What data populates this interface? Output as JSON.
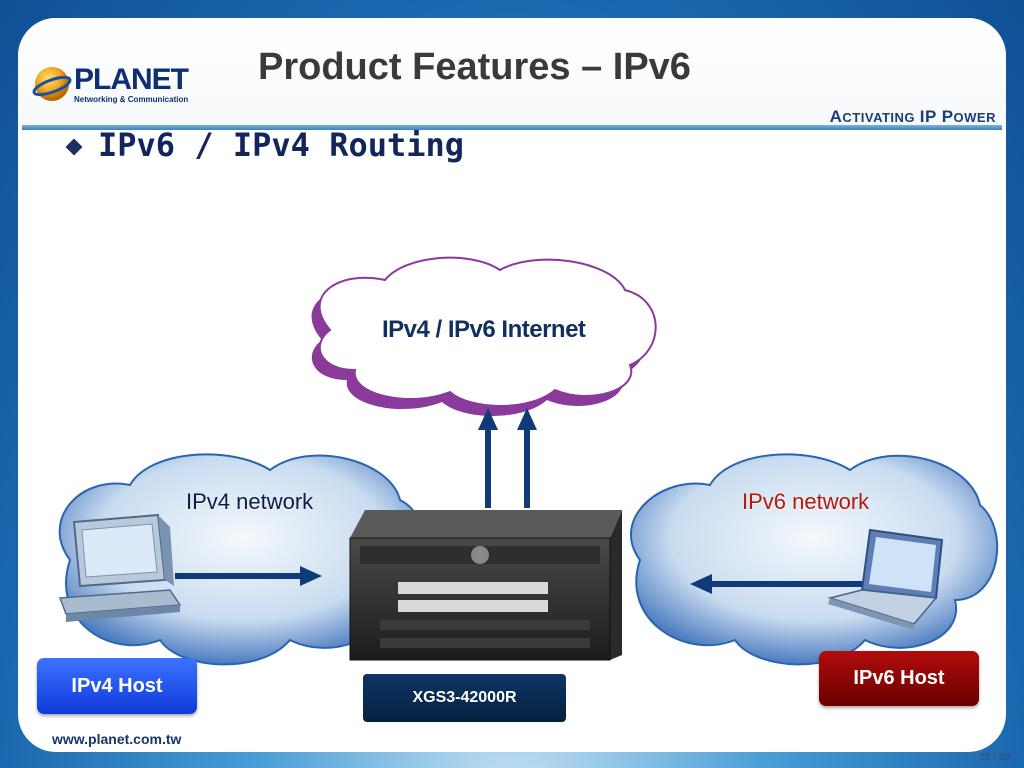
{
  "header": {
    "title": "Product Features – IPv6",
    "tagline": "Activating IP Power",
    "logo": {
      "name": "PLANET",
      "subtitle": "Networking & Communication"
    }
  },
  "bullet": {
    "text": "IPv6 / IPv4 Routing"
  },
  "diagram": {
    "internet_cloud": "IPv4 / IPv6 Internet",
    "ipv4_cloud": "IPv4 network",
    "ipv6_cloud": "IPv6 network",
    "ipv4_host": "IPv4 Host",
    "ipv6_host": "IPv6 Host",
    "switch_model": "XGS3-42000R"
  },
  "footer": {
    "url": "www.planet.com.tw",
    "page": "25 / 38"
  },
  "colors": {
    "title": "#3a3a3a",
    "bullet_text": "#12255c",
    "ipv4_host": "#1f4fe8",
    "ipv6_host": "#8e0606",
    "model_label": "#0a2a50",
    "internet_cloud_border": "#8a3a9a",
    "ipv6_label": "#b21a0c"
  }
}
